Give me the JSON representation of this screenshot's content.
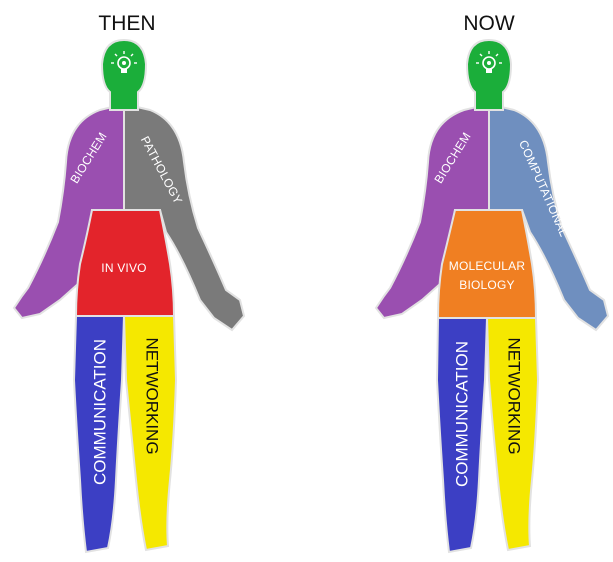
{
  "figures": [
    {
      "heading": "THEN",
      "regions": {
        "head": {
          "color": "#1bae3a",
          "icon": "lightbulb-icon"
        },
        "left": {
          "label": "BIOCHEM",
          "color": "#9a4fb0"
        },
        "right": {
          "label": "PATHOLOGY",
          "color": "#7a7a7a"
        },
        "torso": {
          "label": "IN VIVO",
          "color": "#e3242b"
        },
        "left_leg": {
          "label": "COMMUNICATION",
          "color": "#3c3fc4"
        },
        "right_leg": {
          "label": "NETWORKING",
          "color": "#f5e800"
        }
      }
    },
    {
      "heading": "NOW",
      "regions": {
        "head": {
          "color": "#1bae3a",
          "icon": "lightbulb-icon"
        },
        "left": {
          "label": "BIOCHEM",
          "color": "#9a4fb0"
        },
        "right": {
          "label": "COMPUTATIONAL",
          "color": "#6f8fbf"
        },
        "torso": {
          "label_lines": [
            "MOLECULAR",
            "BIOLOGY"
          ],
          "color": "#f07f22"
        },
        "left_leg": {
          "label": "COMMUNICATION",
          "color": "#3c3fc4"
        },
        "right_leg": {
          "label": "NETWORKING",
          "color": "#f5e800"
        }
      }
    }
  ]
}
